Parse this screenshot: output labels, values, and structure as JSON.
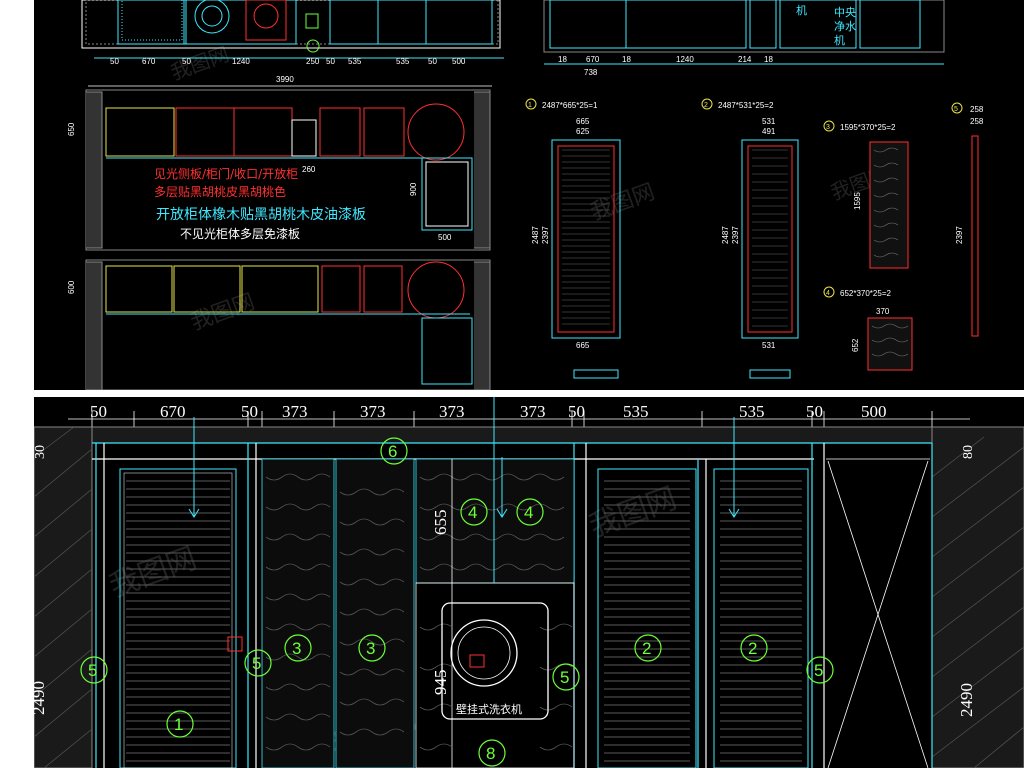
{
  "top_plan": {
    "elev_dims_bottom": [
      "50",
      "670",
      "50",
      "1240",
      "250",
      "50",
      "535",
      "535",
      "50",
      "500"
    ],
    "overall_width": "3990",
    "plan_depth_1": "650",
    "plan_depth_2": "600",
    "notes": {
      "red_line1": "见光侧板/柜门/收口/开放柜",
      "red_line2": "多层贴黑胡桃皮黑胡桃色",
      "cyan_line": "开放柜体橡木贴黑胡桃木皮油漆板",
      "white_line": "不见光柜体多层免漆板"
    },
    "small_dims": [
      "260",
      "900",
      "500"
    ],
    "right_elev_dims": [
      "18",
      "670",
      "18",
      "1240",
      "214",
      "18"
    ],
    "right_elev_sub": "738",
    "right_elev_labels": [
      "机",
      "中央",
      "净水",
      "机"
    ]
  },
  "parts": [
    {
      "num": "1",
      "spec": "2487*665*25=1",
      "w": "665",
      "inner": "625",
      "h": "2487",
      "inner_h": "2397"
    },
    {
      "num": "2",
      "spec": "2487*531*25=2",
      "w": "531",
      "inner": "491",
      "h": "2487",
      "inner_h": "2397"
    },
    {
      "num": "3",
      "spec": "1595*370*25=2",
      "h": "1595"
    },
    {
      "num": "4",
      "spec": "652*370*25=2",
      "w": "370",
      "h": "652"
    },
    {
      "num": "5",
      "spec_part": "258",
      "spec_part2": "258",
      "h": "2397"
    }
  ],
  "elevation": {
    "top_dims": [
      "50",
      "670",
      "50",
      "373",
      "373",
      "373",
      "373",
      "50",
      "535",
      "535",
      "50",
      "500"
    ],
    "right_top_dim": "80",
    "right_height": "2490",
    "left_height": "2490",
    "left_top_dim": "30",
    "niche_height": "655",
    "washer_height": "945",
    "washer_label": "壁挂式洗衣机",
    "bubbles": [
      "6",
      "4",
      "4",
      "5",
      "3",
      "3",
      "5",
      "2",
      "2",
      "5",
      "5",
      "1",
      "8"
    ]
  },
  "colors": {
    "background": "#000000",
    "cad_cyan": "#3ee8ff",
    "cad_green": "#6dff3a",
    "cad_red": "#ff3030",
    "cad_yellow": "#e8e34a",
    "cad_white": "#ffffff"
  }
}
